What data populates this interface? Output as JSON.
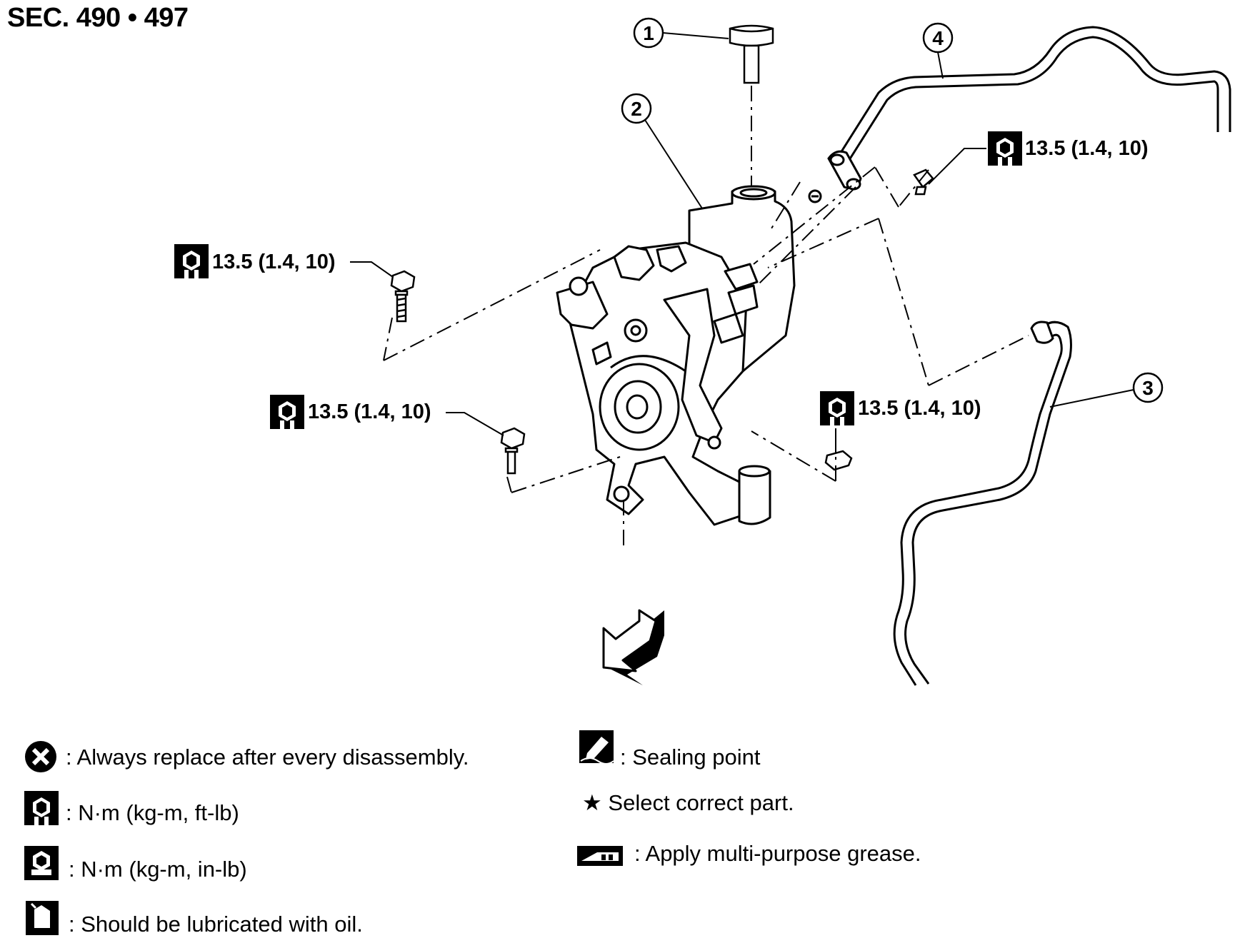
{
  "section_title": "SEC. 490 • 497",
  "callouts": [
    {
      "number": "1"
    },
    {
      "number": "2"
    },
    {
      "number": "3"
    },
    {
      "number": "4"
    }
  ],
  "torque_specs": [
    {
      "value": "13.5 (1.4, 10)"
    },
    {
      "value": "13.5 (1.4, 10)"
    },
    {
      "value": "13.5 (1.4, 10)"
    },
    {
      "value": "13.5 (1.4, 10)"
    }
  ],
  "legend_left": [
    {
      "icon": "replace-x-icon",
      "text": ": Always replace after every disassembly."
    },
    {
      "icon": "torque-wrench-icon",
      "text": ": N·m (kg-m, ft-lb)"
    },
    {
      "icon": "torque-wrench-inlb-icon",
      "text": ": N·m (kg-m, in-lb)"
    },
    {
      "icon": "oil-can-icon",
      "text": ": Should be lubricated with oil."
    }
  ],
  "legend_right": [
    {
      "icon": "sealing-point-icon",
      "text": ": Sealing point"
    },
    {
      "icon": "star-icon",
      "text": "★ Select correct part."
    },
    {
      "icon": "grease-icon",
      "text": ": Apply multi-purpose grease."
    }
  ]
}
